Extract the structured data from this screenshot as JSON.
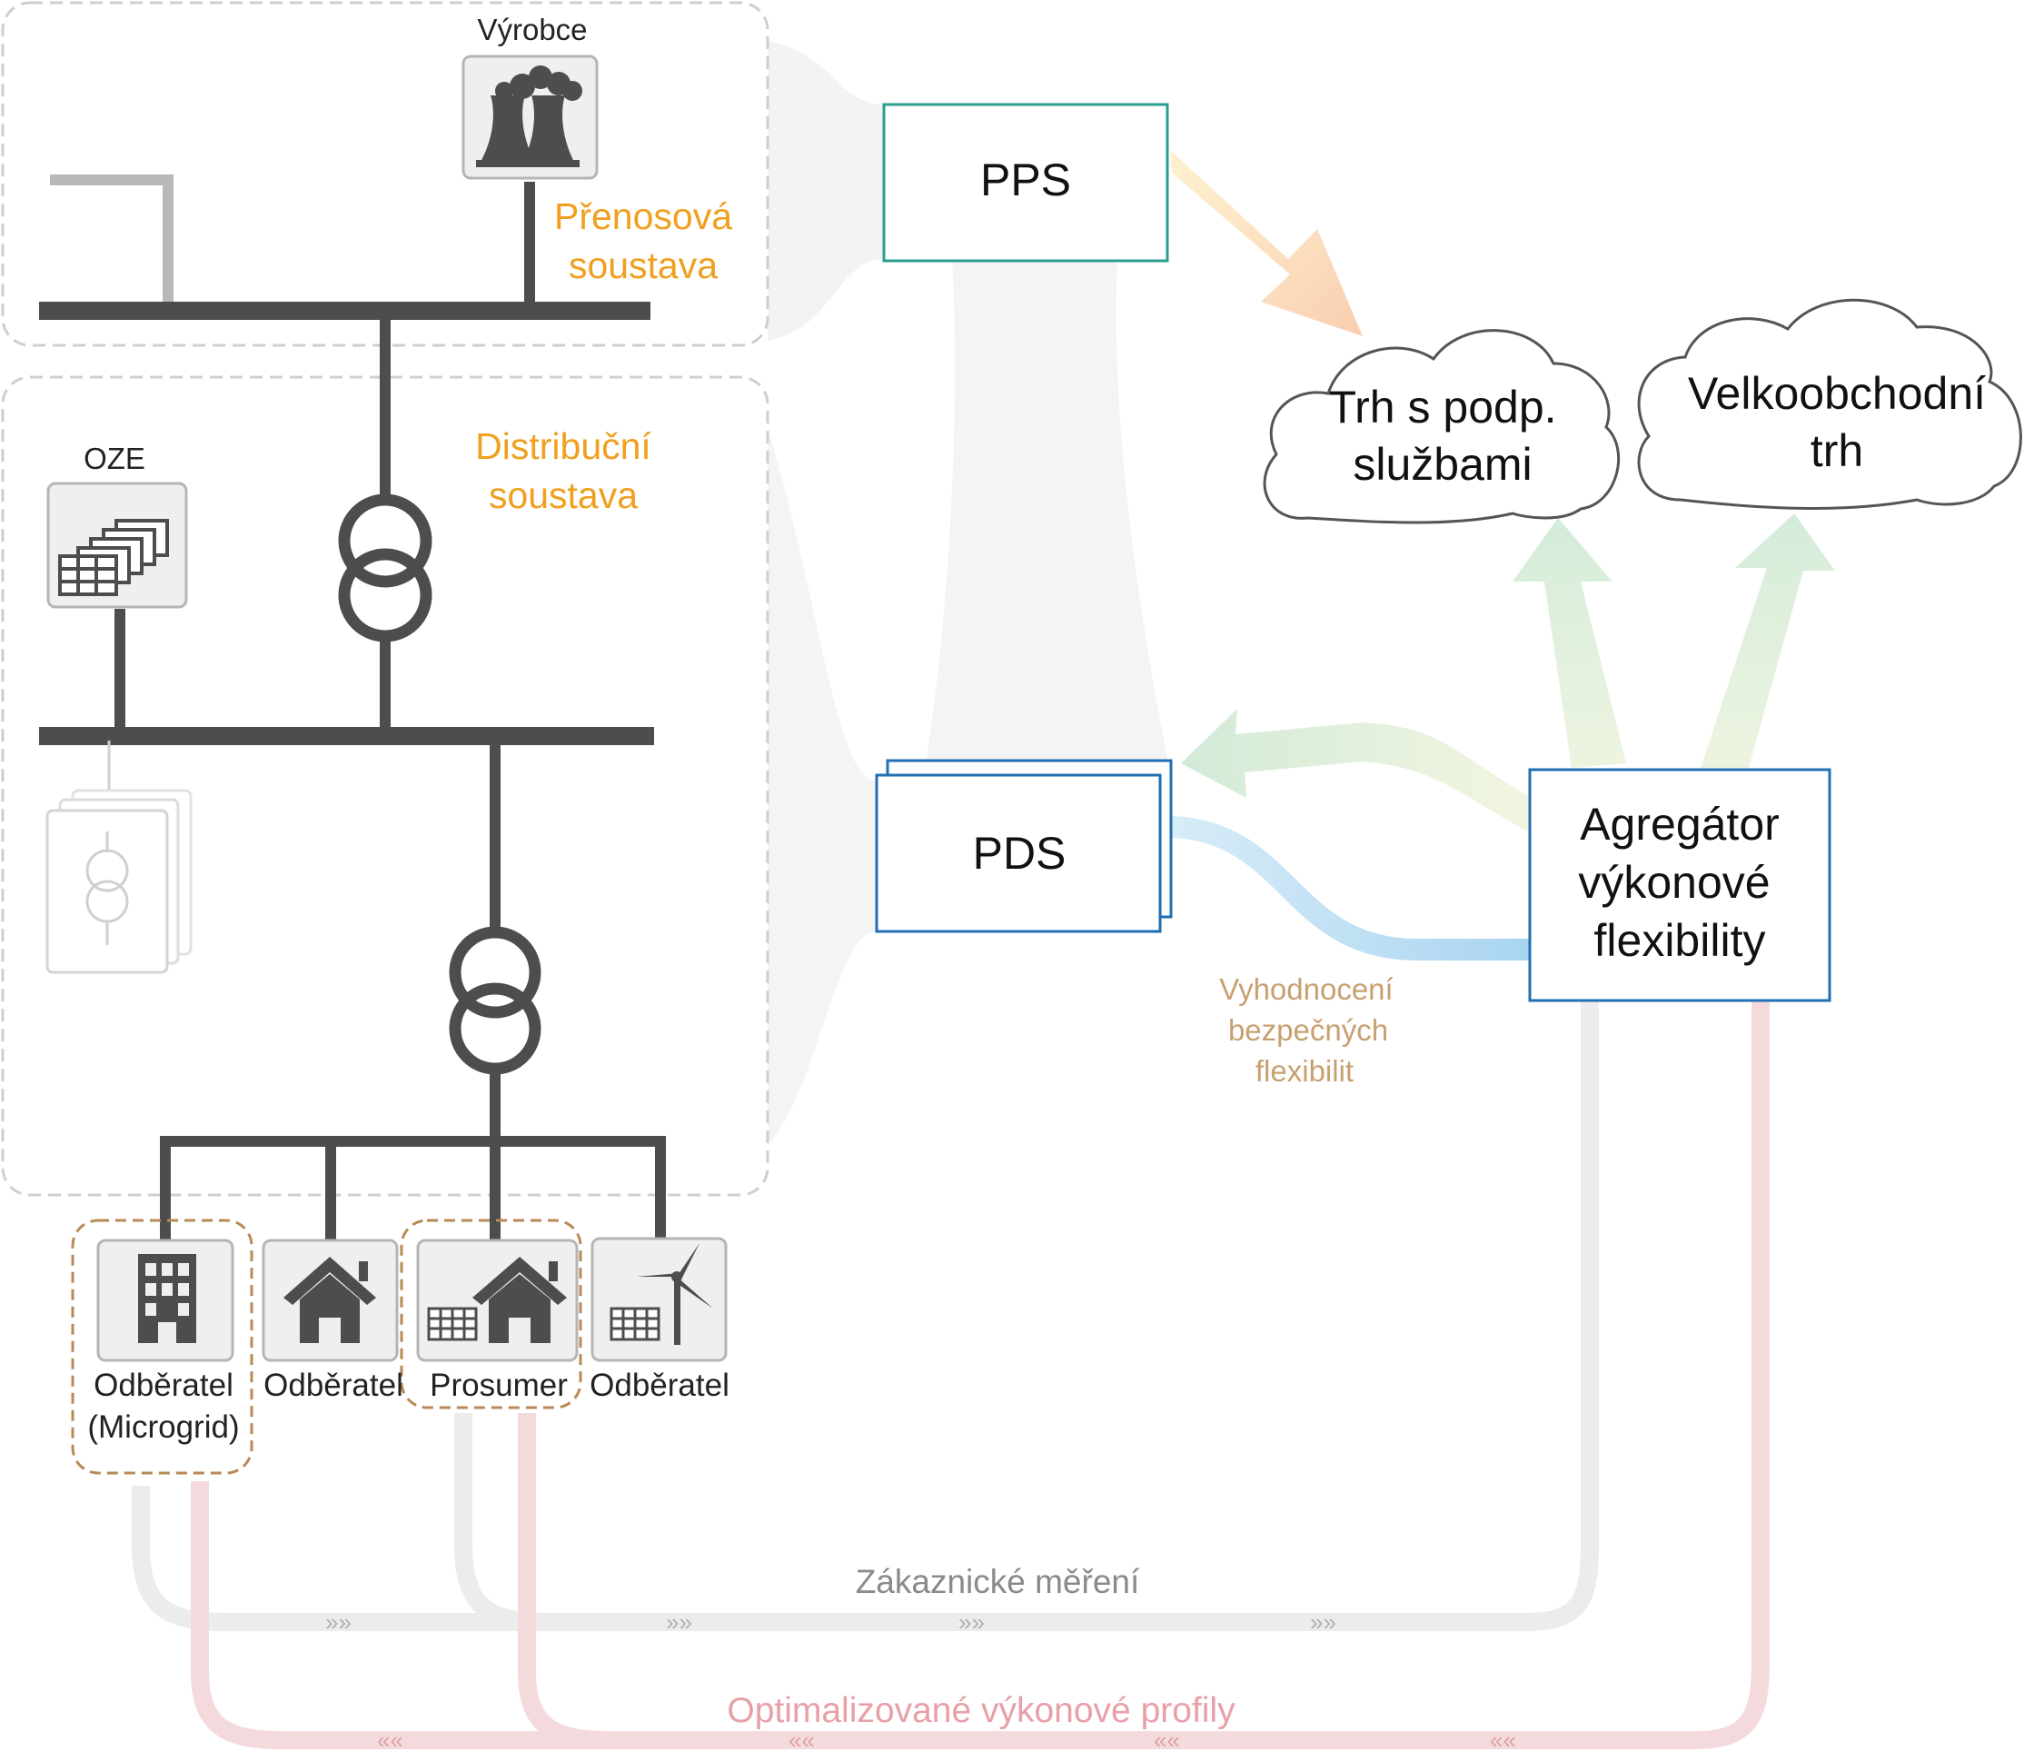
{
  "colors": {
    "grid_line": "#4d4d4d",
    "zone_border": "#cfcfcf",
    "orange_label": "#f0a020",
    "pps_border": "#2a9d8f",
    "pds_border": "#1f6fb2",
    "agg_border": "#1f6fb2",
    "tan_label": "#c8a070",
    "metering_grey": "#9a9a9a",
    "profiles_pink": "#e8a0a8",
    "dashed_tan": "#b88a55"
  },
  "labels": {
    "vyrobce": "Výrobce",
    "oze": "OZE",
    "prenosova_1": "Přenosová",
    "prenosova_2": "soustava",
    "distribucni_1": "Distribuční",
    "distribucni_2": "soustava",
    "pps": "PPS",
    "pds": "PDS",
    "market_anc_1": "Trh s podp.",
    "market_anc_2": "službami",
    "market_wh_1": "Velkoobchodní",
    "market_wh_2": "trh",
    "agg_1": "Agregátor",
    "agg_2": "výkonové",
    "agg_3": "flexibility",
    "eval_1": "Vyhodnocení",
    "eval_2": "bezpečných",
    "eval_3": "flexibilit",
    "metering": "Zákaznické měření",
    "profiles": "Optimalizované výkonové profily"
  },
  "consumers": [
    {
      "label": "Odběratel",
      "sub": "(Microgrid)",
      "icon": "building-icon"
    },
    {
      "label": "Odběratel",
      "sub": "",
      "icon": "house-icon"
    },
    {
      "label": "Prosumer",
      "sub": "",
      "icon": "house-solar-icon"
    },
    {
      "label": "Odběratel",
      "sub": "",
      "icon": "solar-wind-icon"
    }
  ],
  "icons": [
    "factory-icon",
    "solar-panels-icon",
    "transformer-icon",
    "building-icon",
    "house-icon",
    "house-solar-icon",
    "solar-wind-icon"
  ]
}
